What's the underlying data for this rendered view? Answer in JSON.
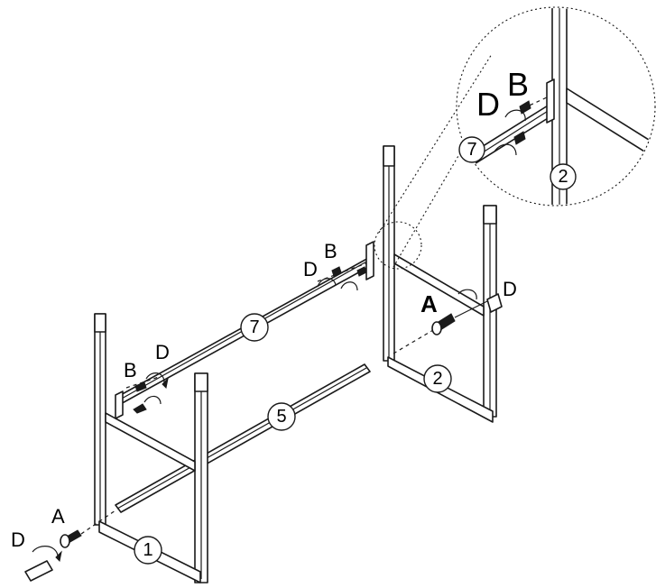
{
  "part_numbers": {
    "end_frame_left": "1",
    "end_frame_right": "2",
    "lower_rail": "5",
    "upper_rail": "7",
    "detail_upper_rail": "7",
    "detail_end_frame": "2"
  },
  "hardware_letters": {
    "bolt": "A",
    "washer": "B",
    "hex_key": "D"
  }
}
